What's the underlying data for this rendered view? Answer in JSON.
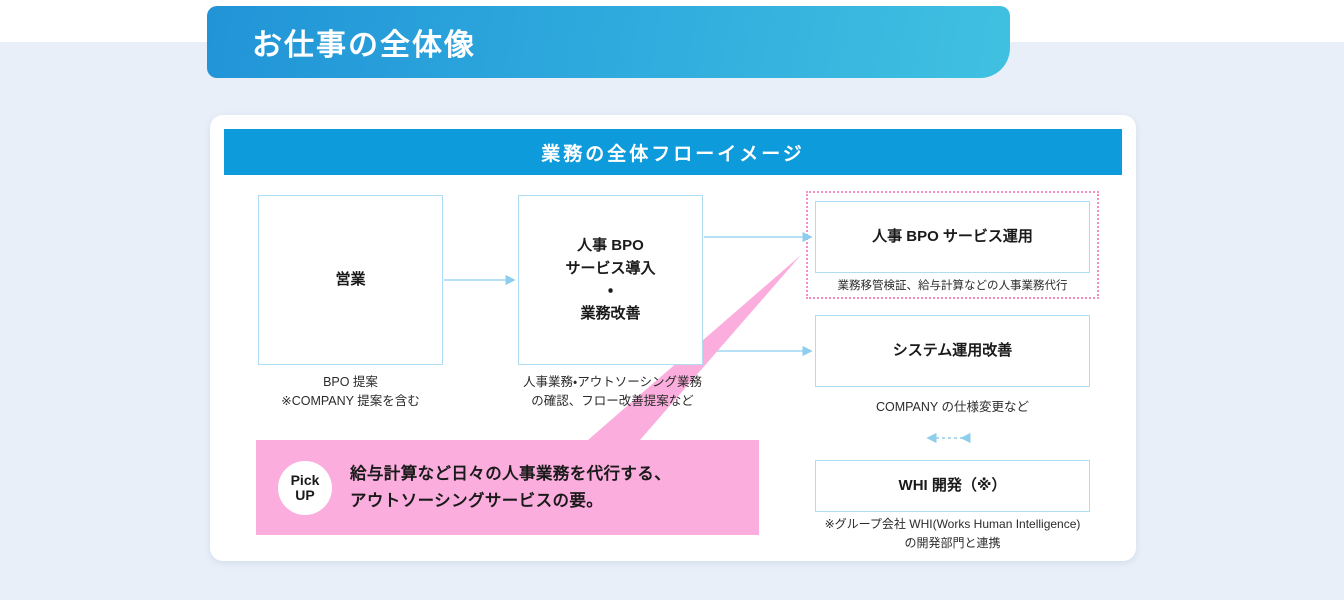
{
  "banner": {
    "title": "お仕事の全体像"
  },
  "card": {
    "header_title": "業務の全体フローイメージ"
  },
  "flow": {
    "nodes": [
      {
        "id": "sales",
        "label": "営業",
        "caption": "BPO 提案\n※COMPANY 提案を含む"
      },
      {
        "id": "intro",
        "label": "人事 BPO\nサービス導入\n・\n業務改善",
        "caption": "人事業務・アウトソーシング業務\nの確認、フロー改善提案など"
      },
      {
        "id": "bpo_ops",
        "label": "人事 BPO サービス運用",
        "caption": "業務移管検証、給与計算などの人事業務代行"
      },
      {
        "id": "system",
        "label": "システム運用改善",
        "caption": "COMPANY の仕様変更など"
      },
      {
        "id": "whi",
        "label": "WHI 開発（※）",
        "caption": "※グループ会社 WHI(Works Human Intelligence)\nの開発部門と連携"
      }
    ]
  },
  "callout": {
    "badge_line1": "Pick",
    "badge_line2": "UP",
    "text": "給与計算など日々の人事業務を代行する、\nアウトソーシングサービスの要。"
  },
  "colors": {
    "page_background": "#e9eff8",
    "banner_gradient_start": "#2194d7",
    "banner_gradient_end": "#40c1e1",
    "card_header_blue": "#0e9bdc",
    "node_border_blue": "#aedcf4",
    "arrow_blue": "#9ed6f2",
    "highlight_pink": "#f48fc6",
    "callout_pink": "#fbaedd"
  }
}
